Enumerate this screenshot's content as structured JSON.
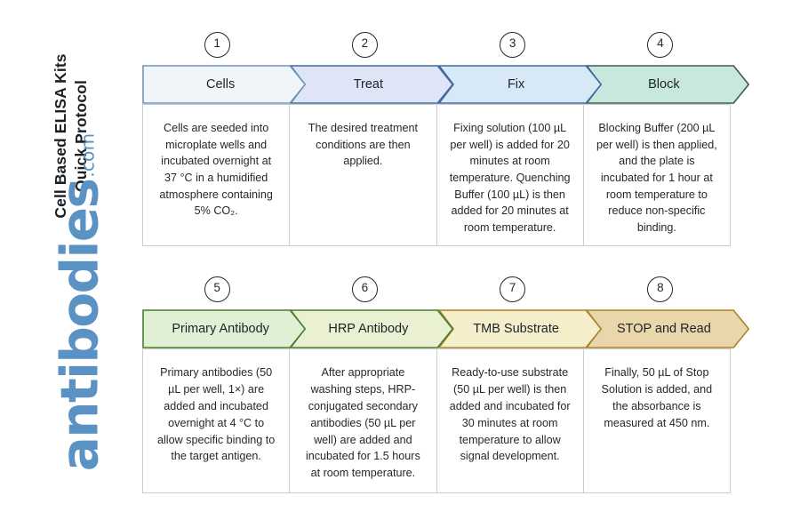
{
  "title": {
    "line1": "Cell Based ELISA Kits",
    "line2": "Quick Protocol"
  },
  "brand": {
    "word": "antibodies",
    "tld": ".com",
    "color": "#5b92c4"
  },
  "rows": [
    {
      "id": "row-1",
      "steps": [
        {
          "number": "1",
          "label": "Cells",
          "description": "Cells are seeded into microplate wells and incubated overnight at 37 °C in a humidified atmosphere containing 5% CO₂.",
          "fill": "#f0f5fa",
          "stroke": "#6d93bb"
        },
        {
          "number": "2",
          "label": "Treat",
          "description": "The desired treatment conditions are then applied.",
          "fill": "#dfe5f6",
          "stroke": "#3e6b9e"
        },
        {
          "number": "3",
          "label": "Fix",
          "description": "Fixing solution (100 µL per well) is added for 20 minutes at room temperature. Quenching Buffer (100 µL) is then added for 20 minutes at room temperature.",
          "fill": "#d7e8f7",
          "stroke": "#3e6b9e"
        },
        {
          "number": "4",
          "label": "Block",
          "description": "Blocking Buffer (200 µL per well) is then applied, and the plate is incubated for 1 hour at room temperature to reduce non-specific binding.",
          "fill": "#c9e8dd",
          "stroke": "#3c5a56"
        }
      ]
    },
    {
      "id": "row-2",
      "steps": [
        {
          "number": "5",
          "label": "Primary Antibody",
          "description": "Primary antibodies (50 µL per well, 1×) are added and incubated overnight at 4 °C to allow specific binding to the target antigen.",
          "fill": "#dff0d4",
          "stroke": "#4a7c2f"
        },
        {
          "number": "6",
          "label": "HRP Antibody",
          "description": "After appropriate washing steps, HRP-conjugated secondary antibodies (50 µL per well) are added and incubated for 1.5 hours at room temperature.",
          "fill": "#eaf0d2",
          "stroke": "#4a7c2f"
        },
        {
          "number": "7",
          "label": "TMB Substrate",
          "description": "Ready-to-use substrate (50 µL per well) is then added and incubated for 30 minutes at room temperature to allow signal development.",
          "fill": "#f4eecb",
          "stroke": "#a88327"
        },
        {
          "number": "8",
          "label": "STOP and Read",
          "description": "Finally, 50 µL of Stop Solution is added, and the absorbance is measured at 450 nm.",
          "fill": "#e9d6ab",
          "stroke": "#a88327"
        }
      ]
    }
  ]
}
